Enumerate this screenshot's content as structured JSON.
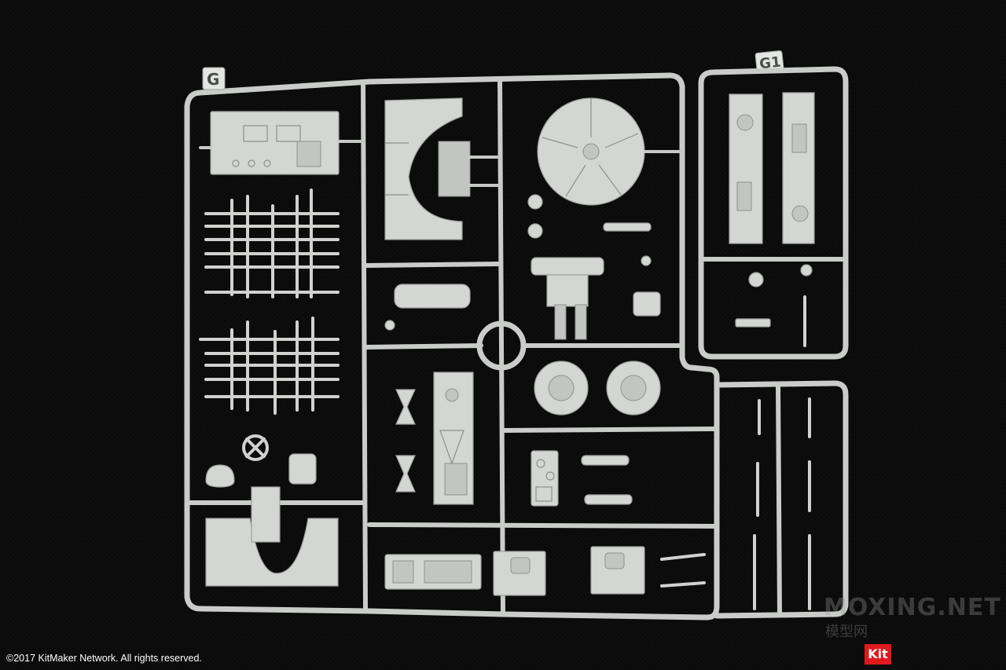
{
  "photo": {
    "description_label": "Gray plastic model kit sprue trees on black background",
    "colors": {
      "background": "#0a0a0a",
      "plastic": "#d4d6d3",
      "plastic_shadow": "#9ea19e"
    }
  },
  "sprue_labels": {
    "left": "G",
    "right": "G1"
  },
  "copyright": "©2017 KitMaker Network. All rights reserved.",
  "watermark": {
    "site": "MOXING.NET",
    "chinese": "模型网",
    "badge": "Kit",
    "badge_color": "#e0191e"
  }
}
